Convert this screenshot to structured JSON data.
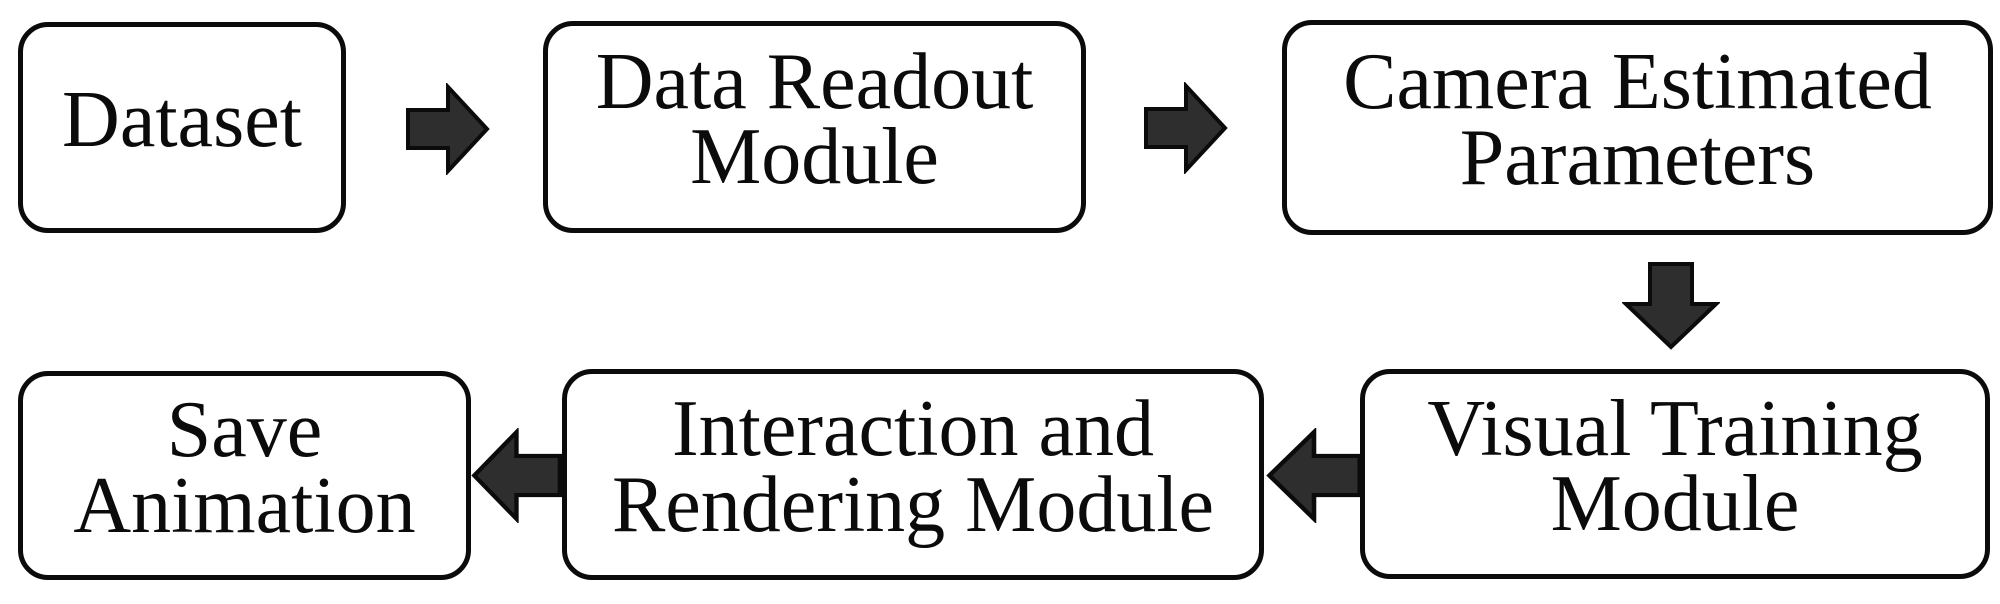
{
  "diagram": {
    "type": "flowchart",
    "background": "#ffffff",
    "colors": {
      "box_fill": "#ffffff",
      "border": "#0b0b0b",
      "arrow_fill": "#2e2e2e",
      "text": "#0b0b0b"
    },
    "nodes": [
      {
        "id": "dataset",
        "lines": [
          "Dataset"
        ]
      },
      {
        "id": "data-readout-module",
        "lines": [
          "Data Readout",
          "Module"
        ]
      },
      {
        "id": "camera-estimated-parameters",
        "lines": [
          "Camera Estimated",
          "Parameters"
        ]
      },
      {
        "id": "save-animation",
        "lines": [
          "Save",
          "Animation"
        ]
      },
      {
        "id": "interaction-rendering-module",
        "lines": [
          "Interaction and",
          "Rendering Module"
        ]
      },
      {
        "id": "visual-training-module",
        "lines": [
          "Visual Training",
          "Module"
        ]
      }
    ],
    "arrows": [
      {
        "from": "dataset",
        "to": "data-readout-module",
        "direction": "right"
      },
      {
        "from": "data-readout-module",
        "to": "camera-estimated-parameters",
        "direction": "right"
      },
      {
        "from": "camera-estimated-parameters",
        "to": "visual-training-module",
        "direction": "down"
      },
      {
        "from": "visual-training-module",
        "to": "interaction-rendering-module",
        "direction": "left"
      },
      {
        "from": "interaction-rendering-module",
        "to": "save-animation",
        "direction": "left"
      }
    ]
  }
}
